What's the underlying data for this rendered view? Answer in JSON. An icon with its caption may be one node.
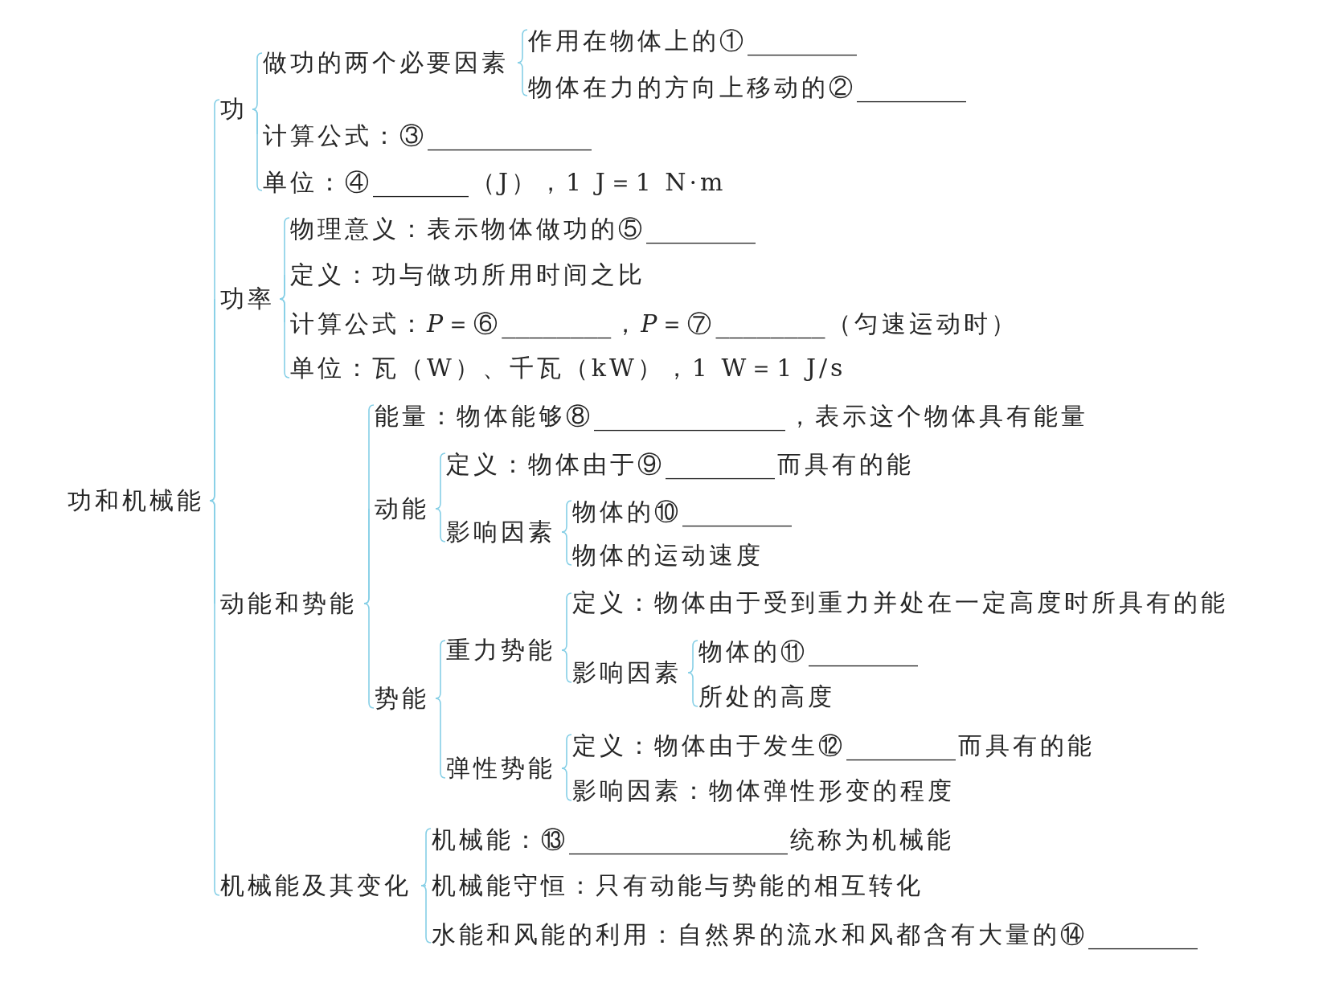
{
  "diagram": {
    "nodes": [
      {
        "text": [
          "功和机械能"
        ]
      },
      {
        "text": [
          "功"
        ]
      },
      {
        "text": [
          "做功的两个必要因素"
        ]
      },
      {
        "text": [
          "作用在物体上的①________"
        ]
      },
      {
        "text": [
          "物体在力的方向上移动的②________"
        ]
      },
      {
        "text": [
          "计算公式：③____________"
        ]
      },
      {
        "text": [
          "单位：④_______（J），1 J＝1 N·m"
        ]
      },
      {
        "text": [
          "功率"
        ]
      },
      {
        "text": [
          "物理意义：表示物体做功的⑤________"
        ]
      },
      {
        "text": [
          "定义：功与做功所用时间之比"
        ]
      },
      {
        "text": [
          "计算公式：*P*＝⑥________，*P*＝⑦________（匀速运动时）"
        ]
      },
      {
        "text": [
          "单位：瓦（W）、千瓦（kW），1 W＝1 J/s"
        ]
      },
      {
        "text": [
          "动能和势能"
        ]
      },
      {
        "text": [
          "能量：物体能够⑧______________，表示这个物体具有能量"
        ]
      },
      {
        "text": [
          "动能"
        ]
      },
      {
        "text": [
          "定义：物体由于⑨________而具有的能"
        ]
      },
      {
        "text": [
          "影响因素"
        ]
      },
      {
        "text": [
          "物体的⑩________"
        ]
      },
      {
        "text": [
          "物体的运动速度"
        ]
      },
      {
        "text": [
          "势能"
        ]
      },
      {
        "text": [
          "重力势能"
        ]
      },
      {
        "text": [
          "定义：物体由于受到重力并处在一定高度时所具有的能"
        ]
      },
      {
        "text": [
          "影响因素"
        ]
      },
      {
        "text": [
          "物体的⑪________"
        ]
      },
      {
        "text": [
          "所处的高度"
        ]
      },
      {
        "text": [
          "弹性势能"
        ]
      },
      {
        "text": [
          "定义：物体由于发生⑫________而具有的能"
        ]
      },
      {
        "text": [
          "影响因素：物体弹性形变的程度"
        ]
      },
      {
        "text": [
          "机械能及其变化"
        ]
      },
      {
        "text": [
          "机械能：⑬________________统称为机械能"
        ]
      },
      {
        "text": [
          "机械能守恒：只有动能与势能的相互转化"
        ]
      },
      {
        "text": [
          "水能和风能的利用：自然界的流水和风都含有大量的⑭________"
        ]
      }
    ],
    "edges": [
      {
        "from": 0,
        "to": 1,
        "arrow": "none"
      },
      {
        "from": 0,
        "to": 7,
        "arrow": "none"
      },
      {
        "from": 0,
        "to": 12,
        "arrow": "none"
      },
      {
        "from": 0,
        "to": 28,
        "arrow": "none"
      },
      {
        "from": 1,
        "to": 2,
        "arrow": "none"
      },
      {
        "from": 1,
        "to": 5,
        "arrow": "none"
      },
      {
        "from": 1,
        "to": 6,
        "arrow": "none"
      },
      {
        "from": 2,
        "to": 3,
        "arrow": "none"
      },
      {
        "from": 2,
        "to": 4,
        "arrow": "none"
      },
      {
        "from": 7,
        "to": 8,
        "arrow": "none"
      },
      {
        "from": 7,
        "to": 9,
        "arrow": "none"
      },
      {
        "from": 7,
        "to": 10,
        "arrow": "none"
      },
      {
        "from": 7,
        "to": 11,
        "arrow": "none"
      },
      {
        "from": 12,
        "to": 13,
        "arrow": "none"
      },
      {
        "from": 12,
        "to": 14,
        "arrow": "none"
      },
      {
        "from": 12,
        "to": 19,
        "arrow": "none"
      },
      {
        "from": 14,
        "to": 15,
        "arrow": "none"
      },
      {
        "from": 14,
        "to": 16,
        "arrow": "none"
      },
      {
        "from": 16,
        "to": 17,
        "arrow": "none"
      },
      {
        "from": 16,
        "to": 18,
        "arrow": "none"
      },
      {
        "from": 19,
        "to": 20,
        "arrow": "none"
      },
      {
        "from": 19,
        "to": 25,
        "arrow": "none"
      },
      {
        "from": 20,
        "to": 21,
        "arrow": "none"
      },
      {
        "from": 20,
        "to": 22,
        "arrow": "none"
      },
      {
        "from": 22,
        "to": 23,
        "arrow": "none"
      },
      {
        "from": 22,
        "to": 24,
        "arrow": "none"
      },
      {
        "from": 25,
        "to": 26,
        "arrow": "none"
      },
      {
        "from": 25,
        "to": 27,
        "arrow": "none"
      },
      {
        "from": 28,
        "to": 29,
        "arrow": "none"
      },
      {
        "from": 28,
        "to": 30,
        "arrow": "none"
      },
      {
        "from": 28,
        "to": 31,
        "arrow": "none"
      }
    ]
  }
}
